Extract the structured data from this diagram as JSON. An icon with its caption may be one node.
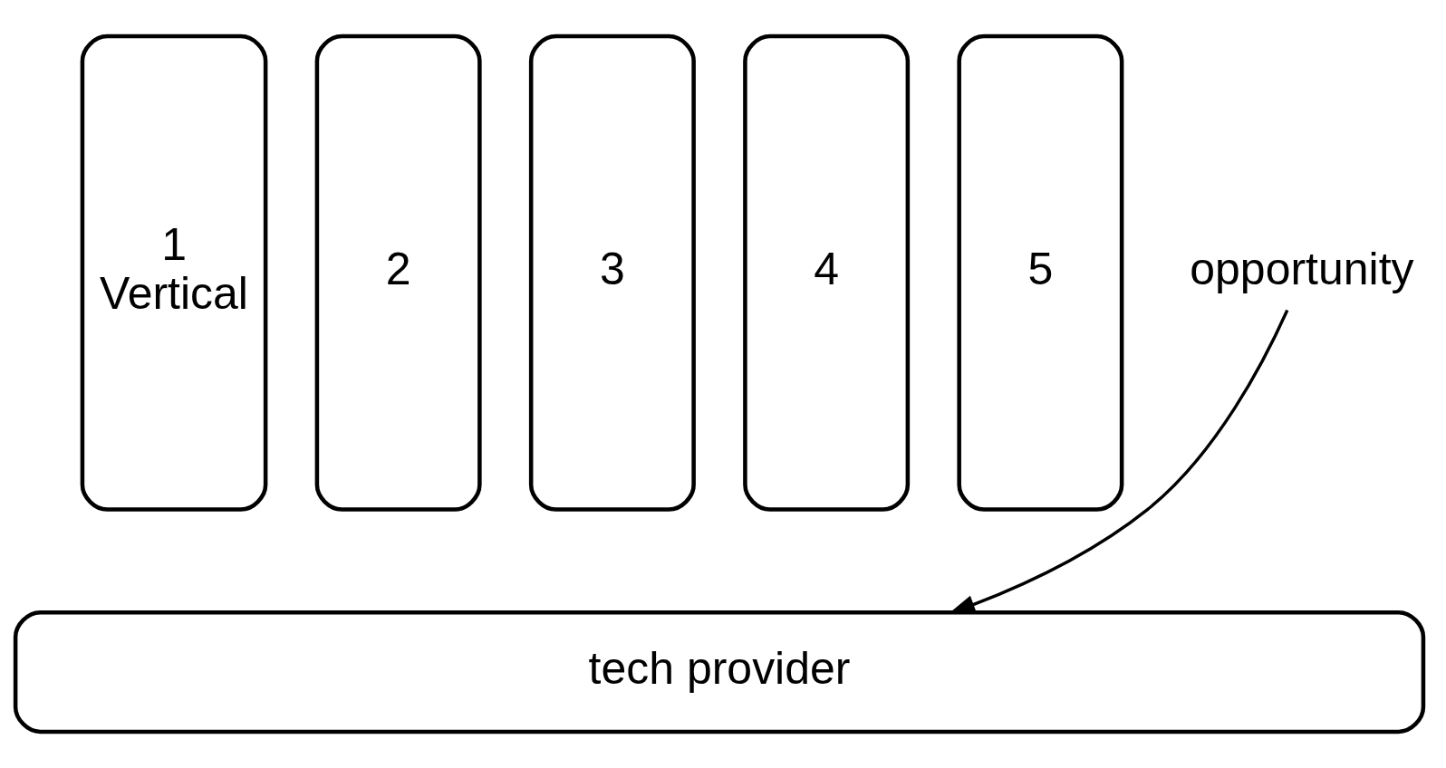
{
  "diagram": {
    "nodes": [
      {
        "text": [
          "1",
          "Vertical"
        ]
      },
      {
        "text": [
          "2"
        ]
      },
      {
        "text": [
          "3"
        ]
      },
      {
        "text": [
          "4"
        ]
      },
      {
        "text": [
          "5"
        ]
      },
      {
        "text": [
          "tech provider"
        ]
      },
      {
        "text": [
          "opportunity"
        ]
      }
    ],
    "edges": [
      {
        "from": 6,
        "to": 5,
        "arrow": "to"
      }
    ]
  }
}
